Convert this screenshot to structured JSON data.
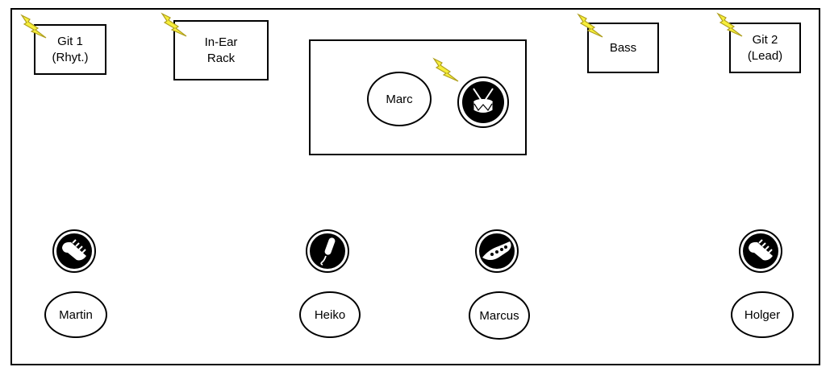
{
  "boxes": {
    "git1": "Git 1\n(Rhyt.)",
    "inear": "In-Ear\nRack",
    "bass": "Bass",
    "git2": "Git 2\n(Lead)"
  },
  "drum_riser": {
    "drummer": "Marc",
    "instrument_icon": "drum-icon"
  },
  "musicians": [
    {
      "name": "Martin",
      "instrument_icon": "guitar-headstock-icon"
    },
    {
      "name": "Heiko",
      "instrument_icon": "microphone-icon"
    },
    {
      "name": "Marcus",
      "instrument_icon": "bass-headstock-icon"
    },
    {
      "name": "Holger",
      "instrument_icon": "guitar-headstock-icon"
    }
  ],
  "power_icon": "lightning-bolt-icon",
  "colors": {
    "bolt_fill": "#f7ef3a",
    "bolt_stroke": "#b0a020",
    "icon_dark": "#000000"
  }
}
